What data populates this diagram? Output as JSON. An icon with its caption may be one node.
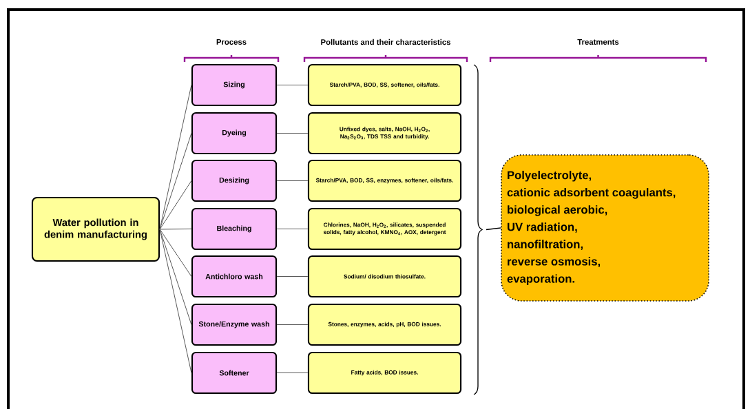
{
  "diagram": {
    "nodes": [
      {
        "text": [
          "Water pollution in denim manufacturing"
        ]
      },
      {
        "text": [
          "Sizing"
        ]
      },
      {
        "text": [
          "Dyeing"
        ]
      },
      {
        "text": [
          "Desizing"
        ]
      },
      {
        "text": [
          "Bleaching"
        ]
      },
      {
        "text": [
          "Antichloro wash"
        ]
      },
      {
        "text": [
          "Stone/Enzyme wash"
        ]
      },
      {
        "text": [
          "Softener"
        ]
      },
      {
        "text": [
          "Starch/PVA, BOD, SS, softener, oils/fats."
        ]
      },
      {
        "text": [
          "Unfixed dyes, salts, NaOH, H$_{2}$O$_{2}$, Na$_{2}$S$_{2}$O$_{3}$, TDS TSS and turbidity."
        ]
      },
      {
        "text": [
          "Starch/PVA, BOD, SS, enzymes, softener, oils/fats."
        ]
      },
      {
        "text": [
          "Chlorines, NaOH, H$_{2}$O$_{2}$, silicates, suspended solids, fatty alcohol, KMNO$_{4}$, AOX, detergent"
        ]
      },
      {
        "text": [
          "Sodium/ disodium thiosulfate."
        ]
      },
      {
        "text": [
          "Stones, enzymes, acids, pH, BOD issues."
        ]
      },
      {
        "text": [
          "Fatty acids, BOD issues."
        ]
      },
      {
        "text": [
          "Polyelectrolyte,",
          "cationic adsorbent coagulants,",
          "biological aerobic,",
          "UV radiation,",
          "nanofiltration,",
          "reverse osmosis,",
          "evaporation."
        ]
      }
    ],
    "edges": [
      {
        "from": 0,
        "to": 1,
        "arrow": "none"
      },
      {
        "from": 0,
        "to": 2,
        "arrow": "none"
      },
      {
        "from": 0,
        "to": 3,
        "arrow": "none"
      },
      {
        "from": 0,
        "to": 4,
        "arrow": "none"
      },
      {
        "from": 0,
        "to": 5,
        "arrow": "none"
      },
      {
        "from": 0,
        "to": 6,
        "arrow": "none"
      },
      {
        "from": 0,
        "to": 7,
        "arrow": "none"
      },
      {
        "from": 1,
        "to": 8,
        "arrow": "none"
      },
      {
        "from": 2,
        "to": 9,
        "arrow": "none"
      },
      {
        "from": 3,
        "to": 10,
        "arrow": "none"
      },
      {
        "from": 4,
        "to": 11,
        "arrow": "none"
      },
      {
        "from": 5,
        "to": 12,
        "arrow": "none"
      },
      {
        "from": 6,
        "to": 13,
        "arrow": "none"
      },
      {
        "from": 7,
        "to": 14,
        "arrow": "none"
      }
    ],
    "labels": [
      "Process",
      "Pollutants and their characteristics",
      "Treatments"
    ]
  }
}
